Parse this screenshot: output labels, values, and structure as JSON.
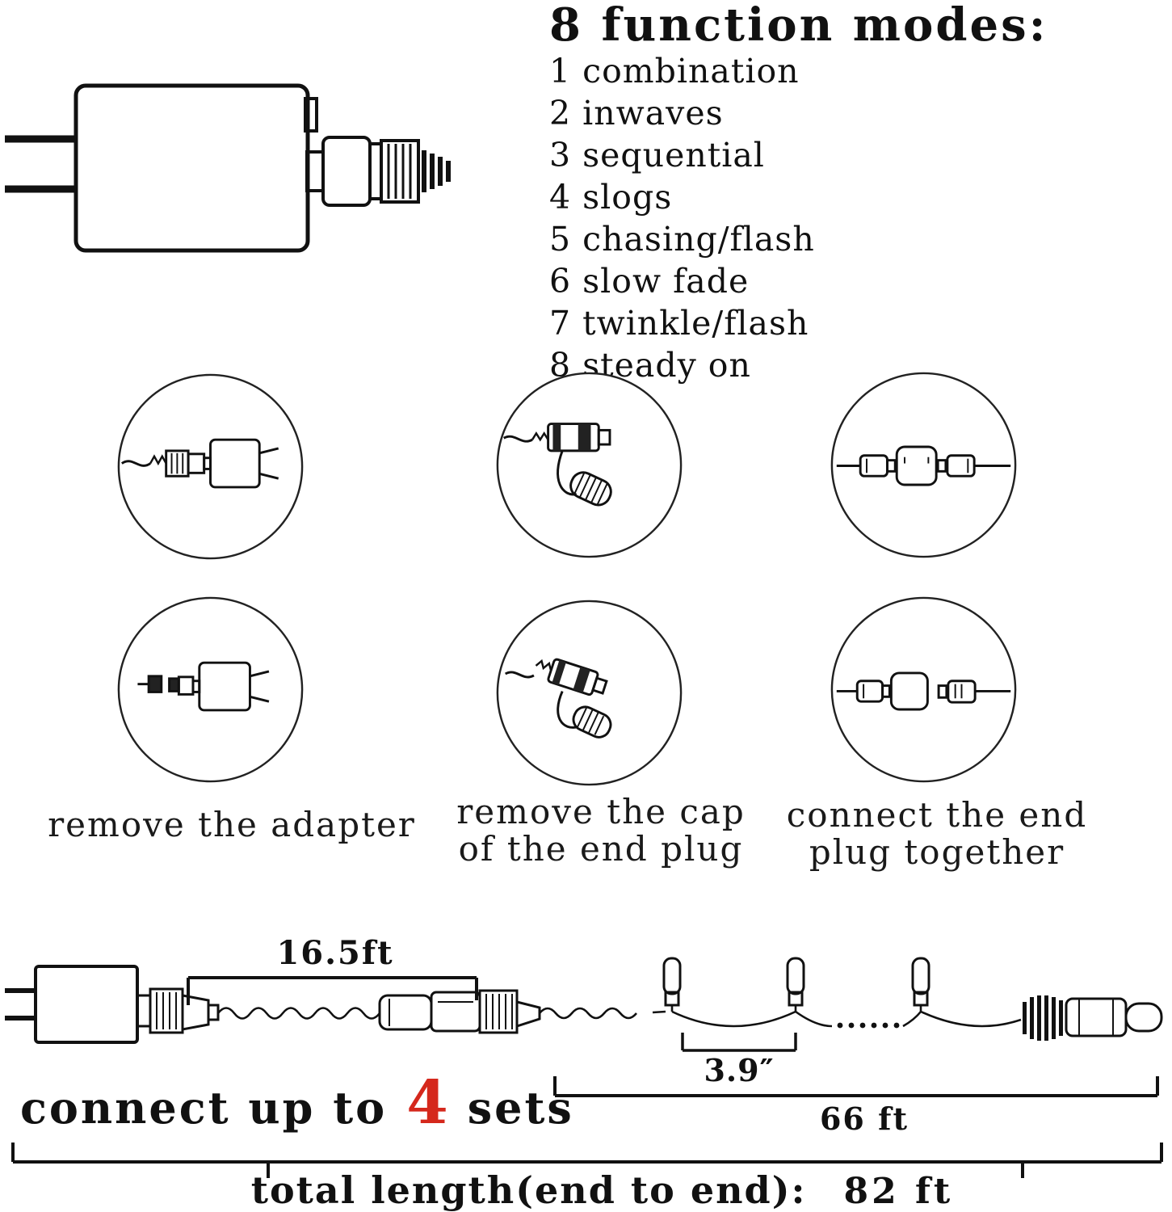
{
  "colors": {
    "ink": "#111111",
    "accent_red": "#d5281c"
  },
  "modes": {
    "title": "8 function modes:",
    "items": [
      "1 combination",
      "2 inwaves",
      "3 sequential",
      "4 slogs",
      "5 chasing/flash",
      "6 slow fade",
      "7 twinkle/flash",
      "8 steady on"
    ]
  },
  "steps": {
    "caption1": "remove the adapter",
    "caption2_line1": "remove the cap",
    "caption2_line2": "of the end plug",
    "caption3_line1": "connect the end",
    "caption3_line2": "plug together"
  },
  "diagram": {
    "lead_length": "16.5ft",
    "bulb_spacing": "3.9″",
    "lit_length": "66 ft",
    "connect_prefix": "connect up to",
    "connect_count": "4",
    "connect_suffix": "sets",
    "total_label": "total length(end to end):",
    "total_value": "82 ft"
  }
}
